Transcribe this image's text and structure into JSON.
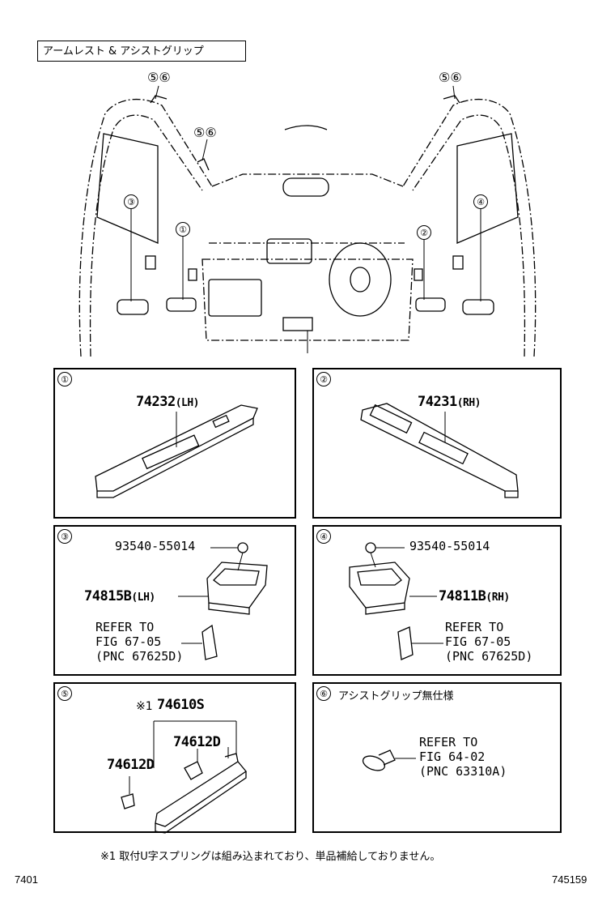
{
  "title": "アームレスト & アシストグリップ",
  "overview": {
    "callout_56": "⑤⑥",
    "c1": "①",
    "c2": "②",
    "c3": "③",
    "c4": "④"
  },
  "panels": [
    {
      "num": "①",
      "part": "74232",
      "side": "(LH)"
    },
    {
      "num": "②",
      "part": "74231",
      "side": "(RH)"
    },
    {
      "num": "③",
      "screw": "93540-55014",
      "part": "74815B",
      "side": "(LH)",
      "refer": [
        "REFER TO",
        "FIG 67-05",
        "(PNC 67625D)"
      ]
    },
    {
      "num": "④",
      "screw": "93540-55014",
      "part": "74811B",
      "side": "(RH)",
      "refer": [
        "REFER TO",
        "FIG 67-05",
        "(PNC 67625D)"
      ]
    },
    {
      "num": "⑤",
      "note_mark": "※1",
      "part": "74610S",
      "sub1": "74612D",
      "sub2": "74612D"
    },
    {
      "num": "⑥",
      "caption": "アシストグリップ無仕様",
      "refer": [
        "REFER TO",
        "FIG 64-02",
        "(PNC 63310A)"
      ]
    }
  ],
  "footnote": "※1 取付U字スプリングは組み込まれており、単品補給しておりません。",
  "footer_left": "7401",
  "footer_right": "745159"
}
